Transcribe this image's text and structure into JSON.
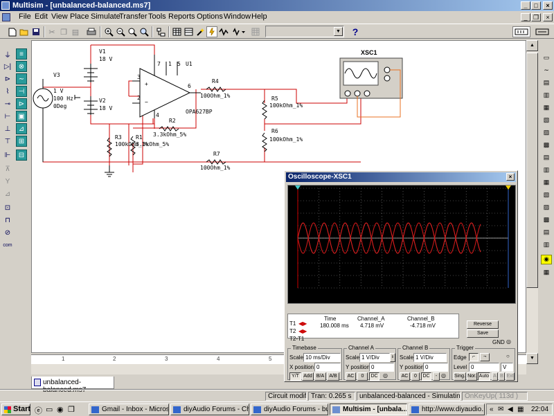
{
  "window": {
    "title": "Multisim - [unbalanced-balanced.ms7]"
  },
  "menu": [
    "File",
    "Edit",
    "View",
    "Place",
    "Simulate",
    "Transfer",
    "Tools",
    "Reports",
    "Options",
    "Window",
    "Help"
  ],
  "toolbar": {
    "combo_value": ""
  },
  "schematic": {
    "instrument": "XSC1",
    "opamp": {
      "name": "U1",
      "model": "OPA627BP",
      "pin_labels": [
        "7",
        "1",
        "5",
        "3",
        "2",
        "6",
        "4"
      ]
    },
    "v1": {
      "name": "V1",
      "value": "18 V"
    },
    "v2": {
      "name": "V2",
      "value": "18 V"
    },
    "v3": {
      "name": "V3",
      "amp": "1 V",
      "freq": "100 Hz",
      "phase": "0Deg"
    },
    "r1": {
      "name": "R1",
      "value": "3.3kOhm_5%"
    },
    "r2": {
      "name": "R2",
      "value": "3.3kOhm_5%"
    },
    "r3": {
      "name": "R3",
      "value": "100kOhm_1%"
    },
    "r4": {
      "name": "R4",
      "value": "100Ohm_1%"
    },
    "r5": {
      "name": "R5",
      "value": "100kOhm_1%"
    },
    "r6": {
      "name": "R6",
      "value": "100kOhm_1%"
    },
    "r7": {
      "name": "R7",
      "value": "100Ohm_1%"
    }
  },
  "ruler": [
    "1",
    "2",
    "3",
    "4",
    "5"
  ],
  "doc_tab": "unbalanced-balanced.ms7",
  "status": {
    "modified": "Circuit modified",
    "tran": "Tran: 0.265 s",
    "sim": "unbalanced-balanced - Simulating...",
    "keyup": "OnKeyUp( 113d )"
  },
  "oscilloscope": {
    "title": "Oscilloscope-XSC1",
    "readout": {
      "headers": [
        "Time",
        "Channel_A",
        "Channel_B"
      ],
      "t1_label": "T1",
      "t2_label": "T2",
      "t2t1_label": "T2-T1",
      "time": "180.008 ms",
      "channel_a": "4.718 mV",
      "channel_b": "-4.718 mV"
    },
    "reverse_label": "Reverse",
    "save_label": "Save",
    "gnd_label": "GND",
    "timebase": {
      "title": "Timebase",
      "scale_label": "Scale",
      "scale": "10 ms/Div",
      "xpos_label": "X position",
      "xpos": "0",
      "modes": [
        "Y/T",
        "Add",
        "B/A",
        "A/B"
      ]
    },
    "channel_a": {
      "title": "Channel A",
      "scale_label": "Scale",
      "scale": "1 V/Div",
      "ypos_label": "Y position",
      "ypos": "0",
      "coupling": [
        "AC",
        "0",
        "DC"
      ]
    },
    "channel_b": {
      "title": "Channel B",
      "scale_label": "Scale",
      "scale": "1 V/Div",
      "ypos_label": "Y position",
      "ypos": "0",
      "coupling": [
        "AC",
        "0",
        "DC",
        "-"
      ]
    },
    "trigger": {
      "title": "Trigger",
      "edge_label": "Edge",
      "level_label": "Level",
      "level": "0",
      "level_unit": "V",
      "modes": [
        "Sing.",
        "Nor.",
        "Auto"
      ],
      "sources": [
        "A",
        "B",
        "Ext"
      ]
    }
  },
  "taskbar": {
    "start": "Start",
    "tasks": [
      "Gmail - Inbox - Micros...",
      "diyAudio Forums - Chi...",
      "diyAudio Forums - buf...",
      "Multisim - [unbala...",
      "http://www.diyaudio...."
    ],
    "clock": "22:04"
  }
}
